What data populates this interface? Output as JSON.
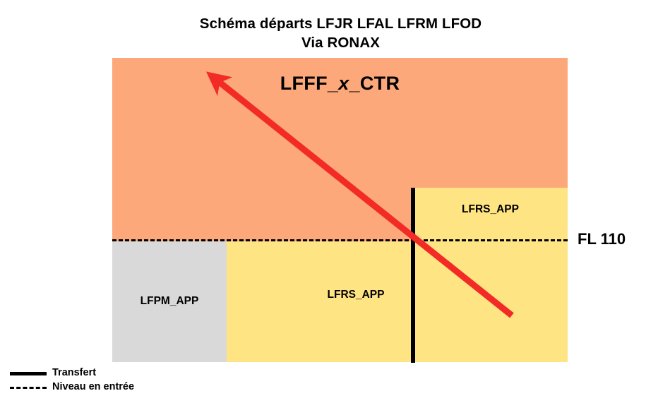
{
  "title": {
    "line1": "Schéma départs LFJR LFAL LFRM LFOD",
    "line2": "Via RONAX"
  },
  "regions": {
    "ctr": {
      "label_prefix": "LFFF_",
      "label_italic": "x",
      "label_suffix": "_CTR",
      "color": "#FCA87A"
    },
    "upper_app": {
      "label": "LFRS_APP",
      "color": "#FFE483"
    },
    "lower_app": {
      "label": "LFRS_APP",
      "color": "#FFE483"
    },
    "lfpm_app": {
      "label": "LFPM_APP",
      "color": "#D9D9D9"
    }
  },
  "annotations": {
    "flight_level": "FL 110",
    "route_color": "#F22B26",
    "transfer_line_color": "#000000"
  },
  "legend": {
    "items": [
      {
        "style": "solid",
        "label": "Transfert"
      },
      {
        "style": "dashed",
        "label": "Niveau en entrée"
      }
    ]
  }
}
